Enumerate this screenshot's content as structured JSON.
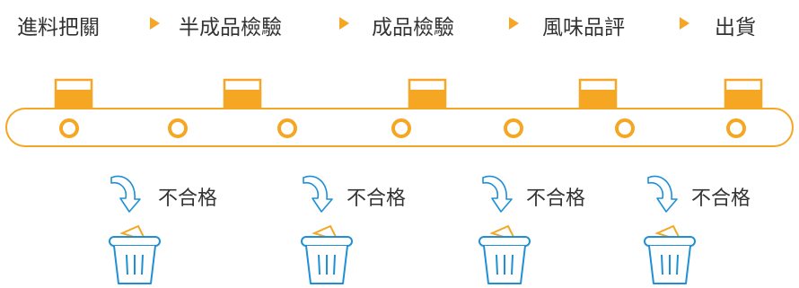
{
  "process": {
    "steps": [
      "進料把關",
      "半成品檢驗",
      "成品檢驗",
      "風味品評",
      "出貨"
    ]
  },
  "reject_label": "不合格",
  "colors": {
    "accent": "#f5a623",
    "belt_stroke": "#f5a623",
    "bin_stroke": "#1f8fd6",
    "paper": "#f5a623",
    "text": "#333333"
  },
  "icons": {
    "step_arrow": "triangle-right-icon",
    "drop_arrow": "curved-down-arrow-icon",
    "bin": "trash-bin-icon",
    "roller": "roller-circle-icon",
    "box": "product-box-icon"
  }
}
